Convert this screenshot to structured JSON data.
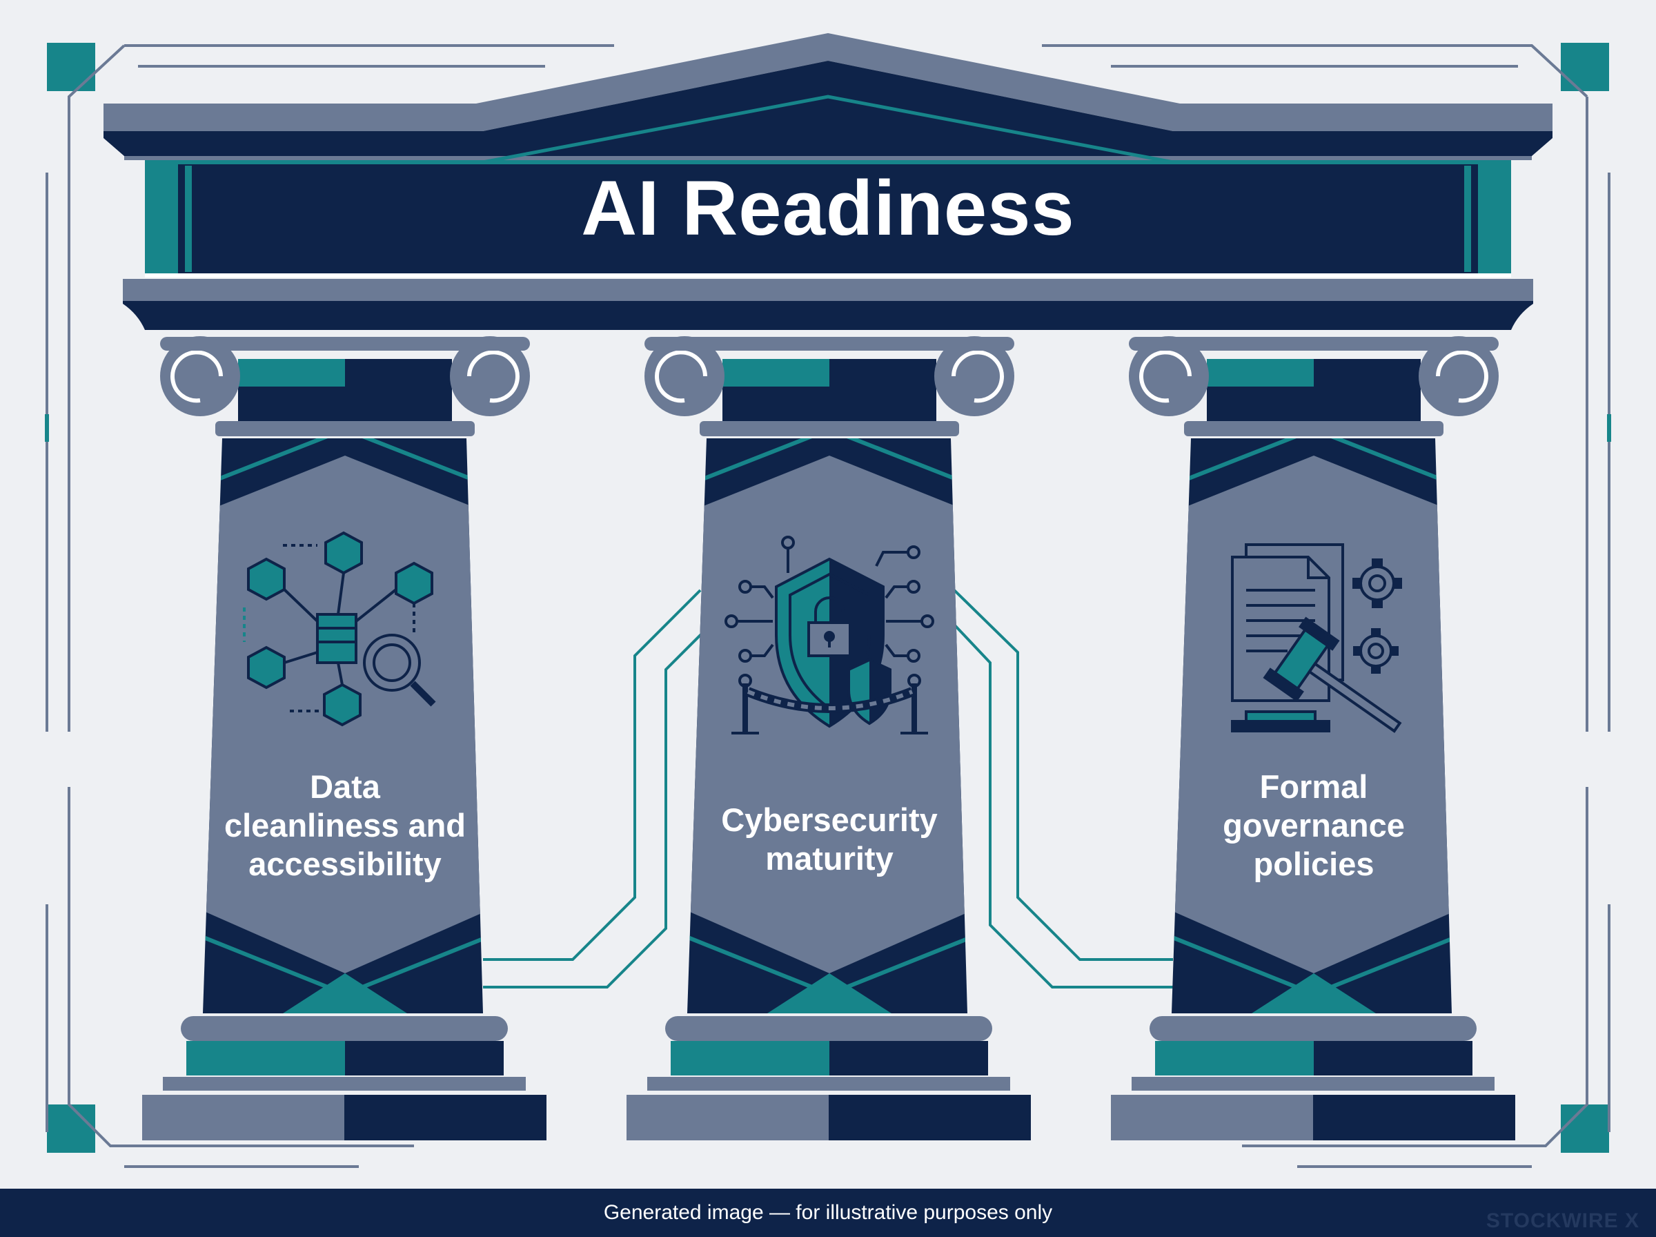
{
  "title": "AI Readiness",
  "pillars": [
    {
      "label_lines": [
        "Data",
        "cleanliness and",
        "accessibility"
      ],
      "icon": "data-network-magnifier-icon"
    },
    {
      "label_lines": [
        "Cybersecurity",
        "maturity"
      ],
      "icon": "security-shield-lock-icon"
    },
    {
      "label_lines": [
        "Formal",
        "governance",
        "policies"
      ],
      "icon": "governance-documents-gavel-icon"
    }
  ],
  "footer": {
    "caption": "Generated image — for illustrative purposes only",
    "watermark": "STOCKWIRE X"
  },
  "colors": {
    "navy": "#0e2349",
    "slate": "#6b7a95",
    "teal": "#17858a",
    "background": "#eef0f3"
  }
}
